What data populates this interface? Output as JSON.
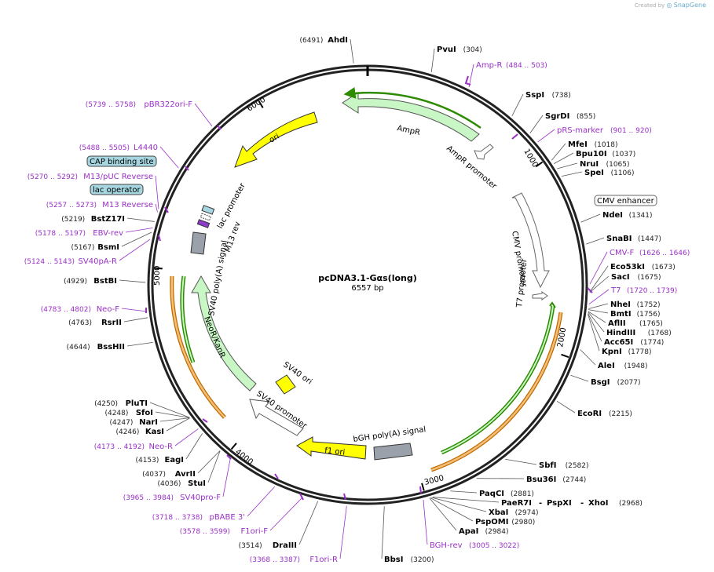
{
  "credit": {
    "text": "Created by",
    "brand": "SnapGene"
  },
  "plasmid": {
    "name": "pcDNA3.1-Gαs(long)",
    "length_label": "6557 bp",
    "length": 6557
  },
  "ticks": [
    "1000",
    "2000",
    "3000",
    "4000",
    "5000",
    "6000"
  ],
  "colors": {
    "primer": "#9a30c8",
    "cds_green": "#c8f7c5",
    "yellow": "#ffff00",
    "gray": "#9aa1aa",
    "callout": "#a6d6e0",
    "orange": "#f4a43a",
    "dark_green": "#2d8b00"
  },
  "features": {
    "AmpR": "AmpR",
    "AmpR_promoter": "AmpR promoter",
    "CMV_promoter": "CMV promoter",
    "T7_promoter": "T7 promoter",
    "bGH": "bGH poly(A) signal",
    "f1ori": "f1 ori",
    "SV40_promoter": "SV40 promoter",
    "SV40_ori": "SV40 ori",
    "NeoR": "NeoR/KanR",
    "SV40_polyA": "SV40 poly(A) signal",
    "lac_promoter": "lac promoter",
    "M13rev": "M13 rev",
    "ori": "ori"
  },
  "callouts": {
    "CMV_enhancer": "CMV enhancer",
    "CAP_site": "CAP binding site",
    "lac_operator": "lac operator"
  },
  "right_labels": [
    {
      "name": "PvuI",
      "pos": "(304)",
      "type": "enzyme"
    },
    {
      "name": "Amp-R",
      "pos": "(484 .. 503)",
      "type": "primer"
    },
    {
      "name": "SspI",
      "pos": "(738)",
      "type": "enzyme"
    },
    {
      "name": "SgrDI",
      "pos": "(855)",
      "type": "enzyme"
    },
    {
      "name": "pRS-marker",
      "pos": "(901 .. 920)",
      "type": "primer"
    },
    {
      "name": "MfeI",
      "pos": "(1018)",
      "type": "enzyme"
    },
    {
      "name": "Bpu10I",
      "pos": "(1037)",
      "type": "enzyme"
    },
    {
      "name": "NruI",
      "pos": "(1065)",
      "type": "enzyme"
    },
    {
      "name": "SpeI",
      "pos": "(1106)",
      "type": "enzyme"
    },
    {
      "name": "NdeI",
      "pos": "(1341)",
      "type": "enzyme"
    },
    {
      "name": "SnaBI",
      "pos": "(1447)",
      "type": "enzyme"
    },
    {
      "name": "CMV-F",
      "pos": "(1626 .. 1646)",
      "type": "primer"
    },
    {
      "name": "Eco53kI",
      "pos": "(1673)",
      "type": "enzyme"
    },
    {
      "name": "SacI",
      "pos": "(1675)",
      "type": "enzyme"
    },
    {
      "name": "T7",
      "pos": "(1720 .. 1739)",
      "type": "primer"
    },
    {
      "name": "NheI",
      "pos": "(1752)",
      "type": "enzyme"
    },
    {
      "name": "BmtI",
      "pos": "(1756)",
      "type": "enzyme"
    },
    {
      "name": "AflII",
      "pos": "(1765)",
      "type": "enzyme"
    },
    {
      "name": "HindIII",
      "pos": "(1768)",
      "type": "enzyme"
    },
    {
      "name": "Acc65I",
      "pos": "(1774)",
      "type": "enzyme"
    },
    {
      "name": "KpnI",
      "pos": "(1778)",
      "type": "enzyme"
    },
    {
      "name": "AleI",
      "pos": "(1948)",
      "type": "enzyme"
    },
    {
      "name": "BsgI",
      "pos": "(2077)",
      "type": "enzyme"
    },
    {
      "name": "EcoRI",
      "pos": "(2215)",
      "type": "enzyme"
    },
    {
      "name": "SbfI",
      "pos": "(2582)",
      "type": "enzyme"
    },
    {
      "name": "Bsu36I",
      "pos": "(2744)",
      "type": "enzyme"
    },
    {
      "name": "PaqCI",
      "pos": "(2881)",
      "type": "enzyme"
    },
    {
      "name": "XbaI",
      "pos": "(2974)",
      "type": "enzyme"
    },
    {
      "name": "PspOMI",
      "pos": "(2980)",
      "type": "enzyme"
    },
    {
      "name": "ApaI",
      "pos": "(2984)",
      "type": "enzyme"
    },
    {
      "name": "BGH-rev",
      "pos": "(3005 .. 3022)",
      "type": "primer"
    },
    {
      "name": "BbsI",
      "pos": "(3200)",
      "type": "enzyme"
    }
  ],
  "paer_row": {
    "a": "PaeR7I",
    "b": "PspXI",
    "c": "XhoI",
    "pos": "(2968)"
  },
  "left_labels": [
    {
      "name": "AhdI",
      "pos": "(6491)",
      "type": "enzyme"
    },
    {
      "name": "pBR322ori-F",
      "pos": "(5739 .. 5758)",
      "type": "primer"
    },
    {
      "name": "L4440",
      "pos": "(5488 .. 5505)",
      "type": "primer"
    },
    {
      "name": "M13/pUC Reverse",
      "pos": "(5270 .. 5292)",
      "type": "primer"
    },
    {
      "name": "M13 Reverse",
      "pos": "(5257 .. 5273)",
      "type": "primer"
    },
    {
      "name": "BstZ17I",
      "pos": "(5219)",
      "type": "enzyme"
    },
    {
      "name": "EBV-rev",
      "pos": "(5178 .. 5197)",
      "type": "primer"
    },
    {
      "name": "BsmI",
      "pos": "(5167)",
      "type": "enzyme"
    },
    {
      "name": "SV40pA-R",
      "pos": "(5124 .. 5143)",
      "type": "primer"
    },
    {
      "name": "BstBI",
      "pos": "(4929)",
      "type": "enzyme"
    },
    {
      "name": "Neo-F",
      "pos": "(4783 .. 4802)",
      "type": "primer"
    },
    {
      "name": "RsrII",
      "pos": "(4763)",
      "type": "enzyme"
    },
    {
      "name": "BssHII",
      "pos": "(4644)",
      "type": "enzyme"
    },
    {
      "name": "PluTI",
      "pos": "(4250)",
      "type": "enzyme"
    },
    {
      "name": "SfoI",
      "pos": "(4248)",
      "type": "enzyme"
    },
    {
      "name": "NarI",
      "pos": "(4247)",
      "type": "enzyme"
    },
    {
      "name": "KasI",
      "pos": "(4246)",
      "type": "enzyme"
    },
    {
      "name": "Neo-R",
      "pos": "(4173 .. 4192)",
      "type": "primer"
    },
    {
      "name": "EagI",
      "pos": "(4153)",
      "type": "enzyme"
    },
    {
      "name": "AvrII",
      "pos": "(4037)",
      "type": "enzyme"
    },
    {
      "name": "StuI",
      "pos": "(4036)",
      "type": "enzyme"
    },
    {
      "name": "SV40pro-F",
      "pos": "(3965 .. 3984)",
      "type": "primer"
    },
    {
      "name": "pBABE 3'",
      "pos": "(3718 .. 3738)",
      "type": "primer"
    },
    {
      "name": "F1ori-F",
      "pos": "(3578 .. 3599)",
      "type": "primer"
    },
    {
      "name": "DraIII",
      "pos": "(3514)",
      "type": "enzyme"
    },
    {
      "name": "F1ori-R",
      "pos": "(3368 .. 3387)",
      "type": "primer"
    }
  ]
}
